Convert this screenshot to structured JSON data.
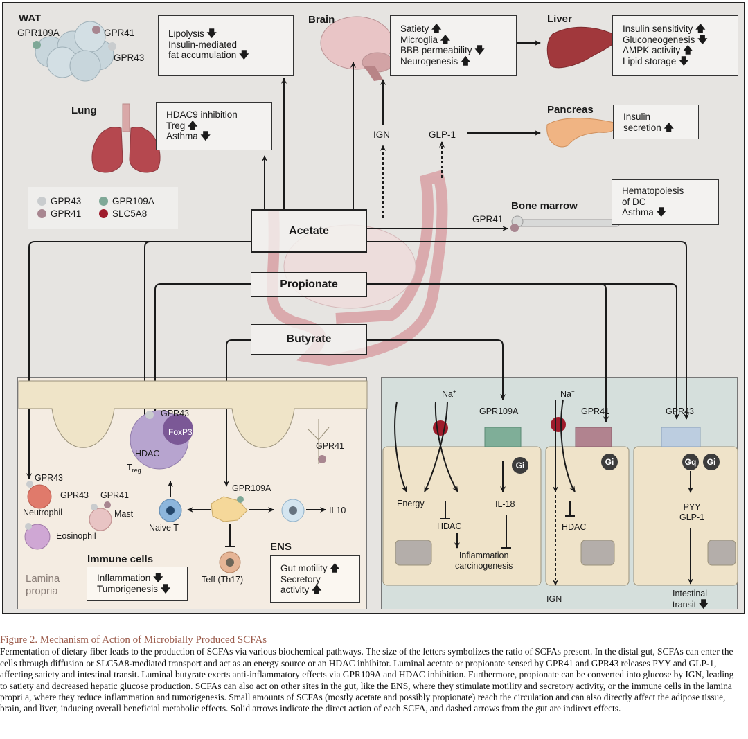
{
  "organs": {
    "wat": {
      "title": "WAT",
      "receptors": [
        "GPR109A",
        "GPR41",
        "GPR43"
      ],
      "effects": [
        {
          "text": "Lipolysis",
          "dir": "down"
        },
        {
          "text": "Insulin-mediated",
          "dir": ""
        },
        {
          "text": "fat accumulation",
          "dir": "down"
        }
      ]
    },
    "lung": {
      "title": "Lung",
      "effects": [
        {
          "text": "HDAC9 inhibition",
          "dir": ""
        },
        {
          "text": "Treg",
          "dir": "up"
        },
        {
          "text": "Asthma",
          "dir": "down"
        }
      ]
    },
    "brain": {
      "title": "Brain",
      "effects": [
        {
          "text": "Satiety",
          "dir": "up"
        },
        {
          "text": "Microglia",
          "dir": "up"
        },
        {
          "text": "BBB permeability",
          "dir": "down"
        },
        {
          "text": "Neurogenesis",
          "dir": "up"
        }
      ]
    },
    "liver": {
      "title": "Liver",
      "effects": [
        {
          "text": "Insulin sensitivity",
          "dir": "up"
        },
        {
          "text": "Gluconeogenesis",
          "dir": "down"
        },
        {
          "text": "AMPK activity",
          "dir": "up"
        },
        {
          "text": "Lipid storage",
          "dir": "down"
        }
      ]
    },
    "pancreas": {
      "title": "Pancreas",
      "effects": [
        {
          "text": "Insulin",
          "dir": ""
        },
        {
          "text": "secretion",
          "dir": "up"
        }
      ]
    },
    "bone_marrow": {
      "title": "Bone marrow",
      "receptor": "GPR41",
      "effects": [
        {
          "text": "Hematopoiesis",
          "dir": ""
        },
        {
          "text": "of DC",
          "dir": ""
        },
        {
          "text": "Asthma",
          "dir": "down"
        }
      ]
    }
  },
  "mediators": {
    "ign": "IGN",
    "glp1": "GLP-1"
  },
  "legend": [
    {
      "label": "GPR43",
      "color": "#c9ccce"
    },
    {
      "label": "GPR109A",
      "color": "#7fa897"
    },
    {
      "label": "GPR41",
      "color": "#a88690"
    },
    {
      "label": "SLC5A8",
      "color": "#9e1b2b"
    }
  ],
  "scfas": {
    "acetate": "Acetate",
    "propionate": "Propionate",
    "butyrate": "Butyrate"
  },
  "lamina": {
    "treg_receptor": "GPR43",
    "foxp3": "FoxP3",
    "hdac": "HDAC",
    "treg_label": "T",
    "treg_sub": "reg",
    "neutrophil_receptor": "GPR43",
    "neutrophil": "Neutrophil",
    "mast_receptors": [
      "GPR43",
      "GPR41"
    ],
    "mast": "Mast",
    "eosinophil": "Eosinophil",
    "naive_t": "Naive T",
    "dc_receptor": "GPR109A",
    "il10": "IL10",
    "teff": "Teff (Th17)",
    "neuron_receptor": "GPR41",
    "immune_title": "Immune cells",
    "immune_effects": [
      {
        "text": "Inflammation",
        "dir": "down"
      },
      {
        "text": "Tumorigenesis",
        "dir": "down"
      }
    ],
    "ens_title": "ENS",
    "ens_effects": [
      {
        "text": "Gut motility",
        "dir": "up"
      },
      {
        "text": "Secretory",
        "dir": ""
      },
      {
        "text": "activity",
        "dir": "up"
      }
    ],
    "panel_label": [
      "Lamina",
      "propria"
    ]
  },
  "epithelium": {
    "na1": "Na",
    "na2": "Na",
    "na_sup": "+",
    "gpr109a": "GPR109A",
    "gpr41": "GPR41",
    "gpr43": "GPR43",
    "gi": "Gi",
    "gq": "Gq",
    "energy": "Energy",
    "hdac": "HDAC",
    "il18": "IL-18",
    "inflammation": [
      "Inflammation",
      "carcinogenesis"
    ],
    "ign": "IGN",
    "pyy": [
      "PYY",
      "GLP-1"
    ],
    "transit": "Intestinal",
    "transit2": "transit"
  },
  "arrows": {
    "up": "🡅",
    "down": "🡇"
  },
  "caption": {
    "title": "Figure 2.  Mechanism of Action of Microbially Produced SCFAs",
    "body": "Fermentation of dietary fiber leads to the production of SCFAs via various biochemical pathways. The size of the letters symbolizes the ratio of SCFAs present. In the distal gut, SCFAs can enter the cells through diffusion or SLC5A8-mediated transport and act as an energy source or an HDAC inhibitor. Luminal acetate or propionate sensed by GPR41 and GPR43 releases PYY and GLP-1, affecting satiety and intestinal transit. Luminal butyrate exerts anti-inflammatory effects via GPR109A and HDAC inhibition. Furthermore, propionate can be converted into glucose by IGN, leading to satiety and decreased hepatic glucose production. SCFAs can also act on other sites in the gut, like the ENS, where they stimulate motility and secretory activity, or the immune cells in the lamina propri a, where they reduce inflammation and tumorigenesis. Small amounts of SCFAs (mostly acetate and possibly propionate) reach the circulation and can also directly affect the adipose tissue, brain, and liver, inducing overall beneficial metabolic effects. Solid arrows indicate the direct action of each SCFA, and dashed arrows from the gut are indirect effects."
  }
}
